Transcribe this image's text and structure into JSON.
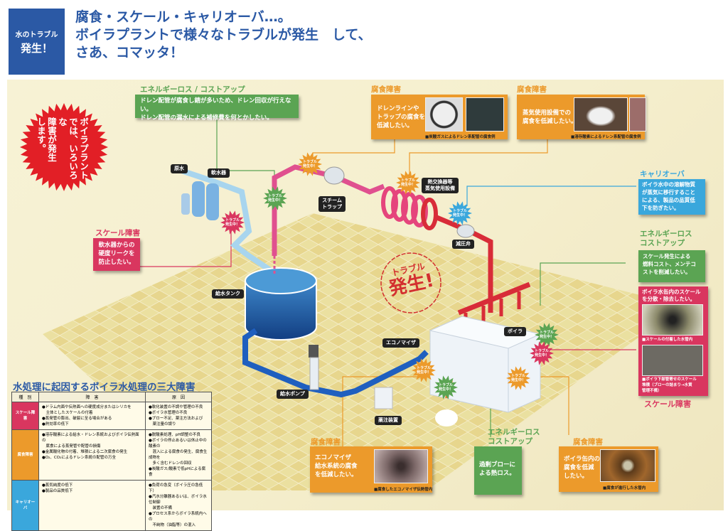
{
  "header": {
    "badge_small": "水のトラブル",
    "badge_big": "発生！",
    "title_lines": [
      "腐食・スケール・キャリオーバ…。",
      "ボイラプラントで様々なトラブルが発生　して、",
      "さあ、コマッタ！"
    ]
  },
  "starburst": {
    "lines": [
      "ボイラプラント",
      "では、いろいろな",
      "障害が発生",
      "します。"
    ]
  },
  "callouts": {
    "energy_top": {
      "title": "エネルギーロス / コストアップ",
      "text": [
        "ドレン配管が腐食し錆が多いため、ドレン回収が行えない。",
        "ドレン配管の漏水による補修費を何とかしたい。"
      ]
    },
    "corrosion_drain": {
      "title": "腐食障害",
      "text": [
        "ドレンラインや",
        "トラップの腐食を",
        "低減したい。"
      ],
      "caption": "■炭酸ガスによるドレン系配管の腐食例"
    },
    "corrosion_steam": {
      "title": "腐食障害",
      "text": [
        "蒸気使用設備での",
        "腐食を低減したい。"
      ],
      "caption": "■溶存酸素によるドレン系配管の腐食例"
    },
    "carryover": {
      "title": "キャリオーバ",
      "text": [
        "ボイラ水中の溶解物質",
        "が蒸気に移行すること",
        "による、製品の品質低",
        "下を防ぎたい。"
      ]
    },
    "energy_right": {
      "title_lines": [
        "エネルギーロス",
        "コストアップ"
      ],
      "text": [
        "スケール発生による",
        "燃料コスト、メンテコ",
        "ストを削減したい。"
      ]
    },
    "scale_right": {
      "title": "スケール障害",
      "text": [
        "ボイラ水缶内のスケール",
        "を分散・除去したい。"
      ],
      "caption1": "■スケールの付着した水管内",
      "caption2": [
        "■ボイラ下部管寄せのスケール",
        "堆積（ブローの詰まり→水質",
        "管理不備）"
      ]
    },
    "scale_left": {
      "title": "スケール障害",
      "text": [
        "軟水器からの",
        "硬度リークを",
        "防止したい。"
      ]
    },
    "corrosion_eco": {
      "title": "腐食障害",
      "text": [
        "エコノマイザ",
        "給水系統の腐食",
        "を低減したい。"
      ],
      "caption": "■腐食したエコノマイザ伝熱管内"
    },
    "energy_bottom": {
      "title_lines": [
        "エネルギーロス",
        "コストアップ"
      ],
      "text": [
        "過剰ブローに",
        "よる熱ロス。"
      ]
    },
    "corrosion_boiler": {
      "title": "腐食障害",
      "text": [
        "ボイラ缶内の",
        "腐食を低減",
        "したい。"
      ],
      "caption": "■腐食が進行した水管内"
    }
  },
  "equipment_labels": {
    "raw_water": "原水",
    "softener": "軟水器",
    "steam_trap": [
      "スチーム",
      "トラップ"
    ],
    "heat_exchanger": [
      "熱交換器等",
      "蒸気使用設備"
    ],
    "reducing_valve": "減圧弁",
    "feed_tank": "給水タンク",
    "economizer": "エコノマイザ",
    "boiler": "ボイラ",
    "feed_pump": "給水ポンプ",
    "chemical_injector": "薬注装置"
  },
  "burst_label": [
    "トラブル",
    "発生中！"
  ],
  "stamp": {
    "small": "トラブル",
    "big": "発生",
    "mark": "!"
  },
  "table": {
    "title": "水処理に起因するボイラ水処理の三大障害",
    "headers": [
      "種　別",
      "障　害",
      "原　因"
    ],
    "rows": [
      {
        "category": "スケール障害",
        "color": "#d9365f",
        "problems": [
          "●ドラム内面や伝熱面への硬度成分またはシリカを",
          "　主体としたスケールの付着",
          "●蒸発管の膨出、破裂に至る場合がある",
          "●熱効率の低下"
        ],
        "causes": [
          "●軟化装置の不調や管理の不良",
          "●ボイラ水管理の不良",
          "●ブロー不足、薬注方法および",
          "　薬注量の誤り"
        ]
      },
      {
        "category": "腐食障害",
        "color": "#ec9a2b",
        "problems": [
          "●溶存酸素による給水・ドレン系統およびボイラ伝熱面の",
          "　腐食による蒸発管や配管の損傷",
          "●金属酸化物の付着、堆積による二次腐食の発生",
          "●O₂、CO₂によるドレン系統の配管の万全"
        ],
        "causes": [
          "●脱酸素処理、pH調整の不良",
          "●ボイラの停止あるいは休止中の酸素の",
          "　混入による腐食の発生、腐食生成物を",
          "　多く含むドレンの回収",
          "●炭酸ガス/酸素で低pHによる腐食"
        ]
      },
      {
        "category": "キャリオーバ",
        "color": "#3aa7dc",
        "problems": [
          "●蒸気純度の低下",
          "●製品の品質低下"
        ],
        "causes": [
          "●負荷の急変（ボイラ圧の急低下）",
          "●汽水分離器あるいは、ボイラ水位制御",
          "　装置の不備",
          "●プロセス系からボイラ系統内への",
          "　不純物（油脂等）の混入"
        ]
      }
    ]
  },
  "colors": {
    "brand_blue": "#2b59a5",
    "green": "#5ba453",
    "orange": "#ec9a2b",
    "blue": "#3aa7dc",
    "pink": "#d9365f",
    "red": "#e02020"
  }
}
